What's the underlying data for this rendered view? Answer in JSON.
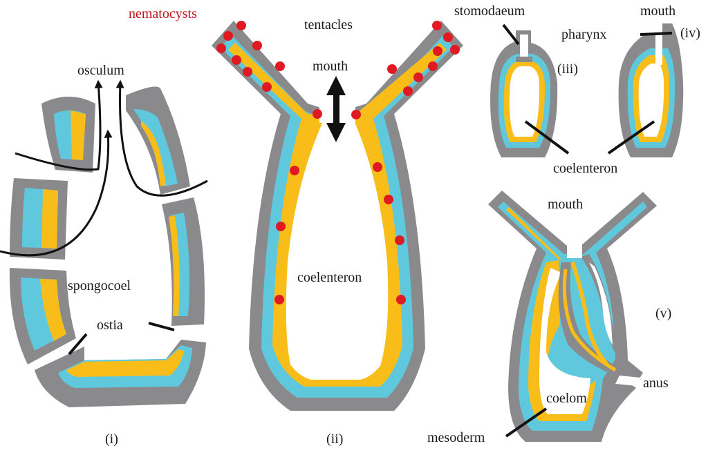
{
  "colors": {
    "outer_layer": "#8a8a8c",
    "middle_layer": "#5fc8dc",
    "inner_layer": "#f9bd1a",
    "nematocyst": "#e01a22",
    "label_dark": "#1a1a1a",
    "label_red": "#c0141a"
  },
  "labels": {
    "nematocysts": "nematocysts",
    "tentacles": "tentacles",
    "osculum": "osculum",
    "mouth_ii": "mouth",
    "spongocoel": "spongocoel",
    "ostia": "ostia",
    "coelenteron_ii": "coelenteron",
    "stomodaeum": "stomodaeum",
    "mouth_iv": "mouth",
    "pharynx": "pharynx",
    "coelenteron_iii_iv": "coelenteron",
    "mouth_v": "mouth",
    "anus": "anus",
    "coelom": "coelom",
    "mesoderm": "mesoderm"
  },
  "panels": {
    "i": "(i)",
    "ii": "(ii)",
    "iii": "(iii)",
    "iv": "(iv)",
    "v": "(v)"
  }
}
